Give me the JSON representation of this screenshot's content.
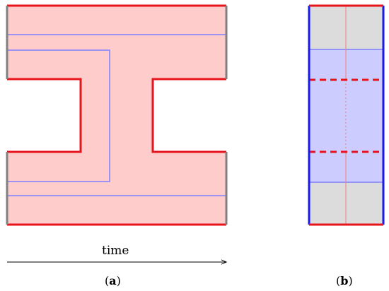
{
  "diagram": {
    "time_axis_label": "time",
    "panel_a": {
      "caption_open": "(",
      "caption_letter": "a",
      "caption_close": ")"
    },
    "panel_b": {
      "caption_open": "(",
      "caption_letter": "b",
      "caption_close": ")"
    }
  },
  "colors": {
    "pink_fill": "#ffcccc",
    "red_edge": "#e8141c",
    "gray_edge": "#808080",
    "blue_line": "#7f7fff",
    "gray_fill": "#dcdcdc",
    "lavender_fill": "#ccccff",
    "blue_edge": "#1a1ae6",
    "thin_red": "#f08080"
  }
}
